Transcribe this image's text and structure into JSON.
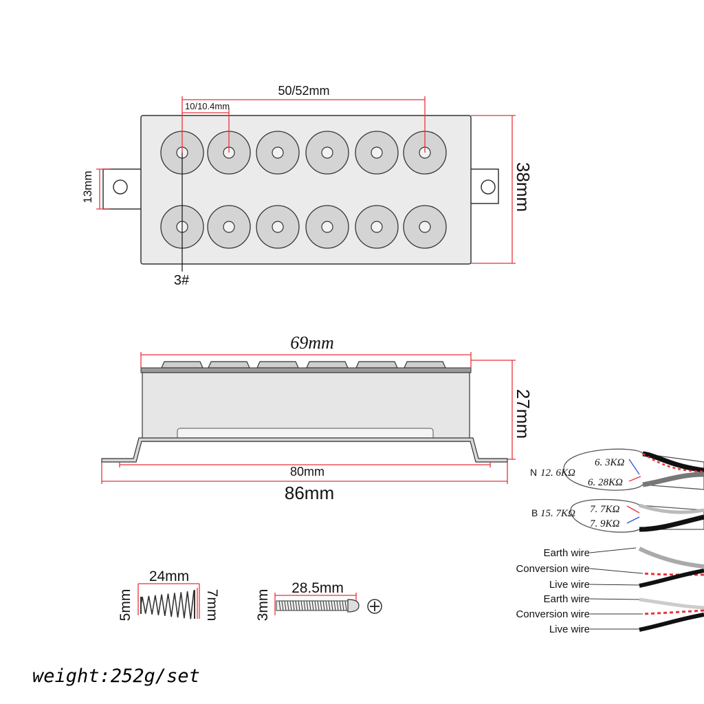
{
  "top_view": {
    "width_label": "50/52mm",
    "pitch_label": "10/10.4mm",
    "height_label": "38mm",
    "tab_label": "13mm",
    "pole_label": "3#"
  },
  "side_view": {
    "top_label": "69mm",
    "height_label": "27mm",
    "inner_label": "80mm",
    "overall_label": "86mm"
  },
  "hardware": {
    "spring_length": "24mm",
    "spring_small_d": "5mm",
    "spring_large_d": "7mm",
    "screw_length": "28.5mm",
    "screw_d": "3mm"
  },
  "wiring": {
    "neck": {
      "label": "N",
      "total": "12. 6KΩ",
      "coil_a": "6. 3KΩ",
      "coil_b": "6. 28KΩ"
    },
    "bridge": {
      "label": "B",
      "total": "15. 7KΩ",
      "coil_a": "7. 7KΩ",
      "coil_b": "7. 9KΩ"
    },
    "wire_labels": [
      "Earth wire",
      "Conversion wire",
      "Live wire",
      "Earth wire",
      "Conversion wire",
      "Live wire"
    ]
  },
  "weight": "weight:252g/set",
  "colors": {
    "dimension_line": "#e8323a",
    "plate": "#ebebeb",
    "outline": "#333333"
  }
}
